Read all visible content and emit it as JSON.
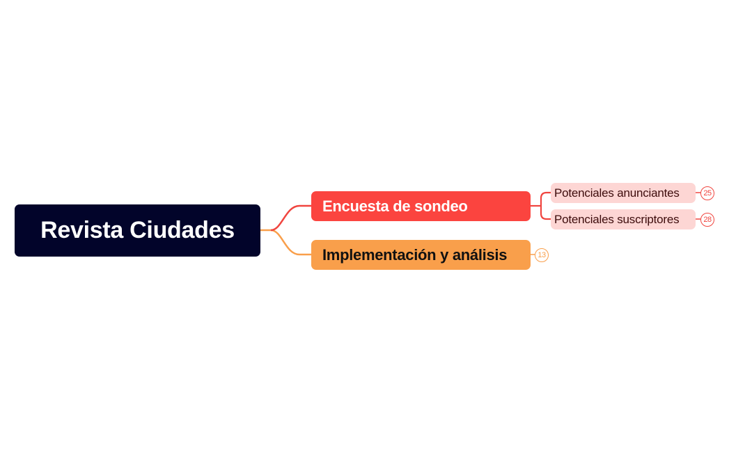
{
  "colors": {
    "background": "#ffffff",
    "root_fill": "#02042a",
    "branch_red": "#fb443f",
    "branch_orange": "#f99f4b",
    "leaf_fill": "#fdd6d4",
    "leaf_text": "#3d0c0c"
  },
  "mindmap": {
    "root": {
      "label": "Revista Ciudades"
    },
    "branches": [
      {
        "label": "Encuesta de sondeo",
        "color": "#fb443f",
        "children": [
          {
            "label": "Potenciales anunciantes",
            "collapsed_count": "25"
          },
          {
            "label": "Potenciales suscriptores",
            "collapsed_count": "28"
          }
        ]
      },
      {
        "label": "Implementación y análisis",
        "color": "#f99f4b",
        "collapsed_count": "13"
      }
    ]
  }
}
